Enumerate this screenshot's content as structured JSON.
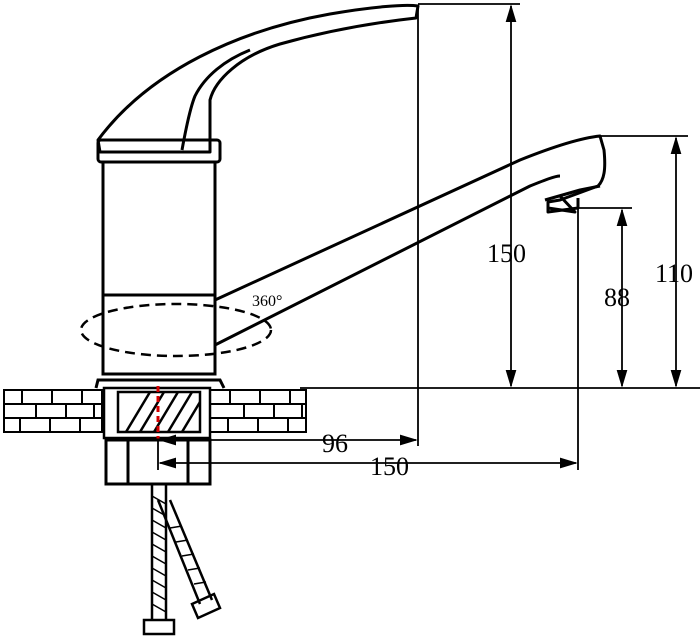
{
  "diagram": {
    "subject": "single-lever faucet dimension drawing",
    "rotation_label": "360°",
    "dimensions": {
      "spout_height": "150",
      "outlet_height_top": "110",
      "outlet_height_bottom": "88",
      "reach_to_spout_pivot": "96",
      "reach_to_outlet": "150"
    },
    "colors": {
      "line": "#000000",
      "background": "#ffffff",
      "axis_marker": "#d40000"
    }
  }
}
